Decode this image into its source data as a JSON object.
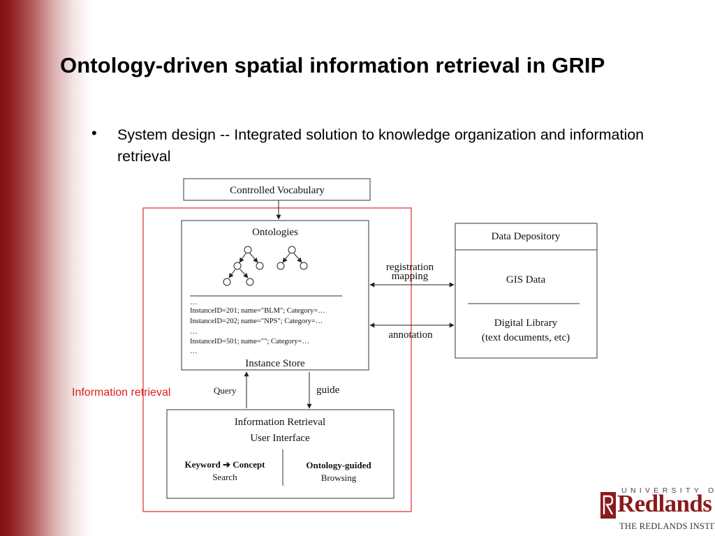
{
  "slide": {
    "title": "Ontology-driven spatial information retrieval in GRIP",
    "bullet": {
      "marker": "•",
      "text": "System design -- Integrated solution to knowledge organization and information retrieval"
    },
    "annotation_label": "Information retrieval"
  },
  "diagram": {
    "controlled_vocabulary": "Controlled Vocabulary",
    "ontologies": {
      "title": "Ontologies",
      "instance_lines": [
        "…",
        "InstanceID=201; name=\"BLM\"; Category=…",
        "InstanceID=202; name=\"NPS\"; Category=…",
        "…",
        "InstanceID=501; name=\"\"; Category=…",
        "…"
      ],
      "instance_store": "Instance Store"
    },
    "arrows": {
      "registration": "registration",
      "mapping": "mapping",
      "annotation": "annotation",
      "query": "Query",
      "guide": "guide"
    },
    "data_depository": {
      "title": "Data Depository",
      "gis_data": "GIS Data",
      "digital_library": "Digital Library",
      "digital_library_sub": "(text documents, etc)"
    },
    "information_retrieval": {
      "title": "Information Retrieval",
      "subtitle": "User Interface",
      "left_line1": "Keyword",
      "left_arrow": "➔",
      "left_line1b": "Concept",
      "left_line2": "Search",
      "right_line1": "Ontology-guided",
      "right_line2": "Browsing"
    },
    "colors": {
      "highlight_box": "#e53935",
      "annotation_label": "#d8201b"
    }
  },
  "logo": {
    "university_of": "UNIVERSITY OF",
    "name": "Redlands",
    "institute": "THE REDLANDS INSTITUTE",
    "brand_color": "#8b1a1d"
  }
}
